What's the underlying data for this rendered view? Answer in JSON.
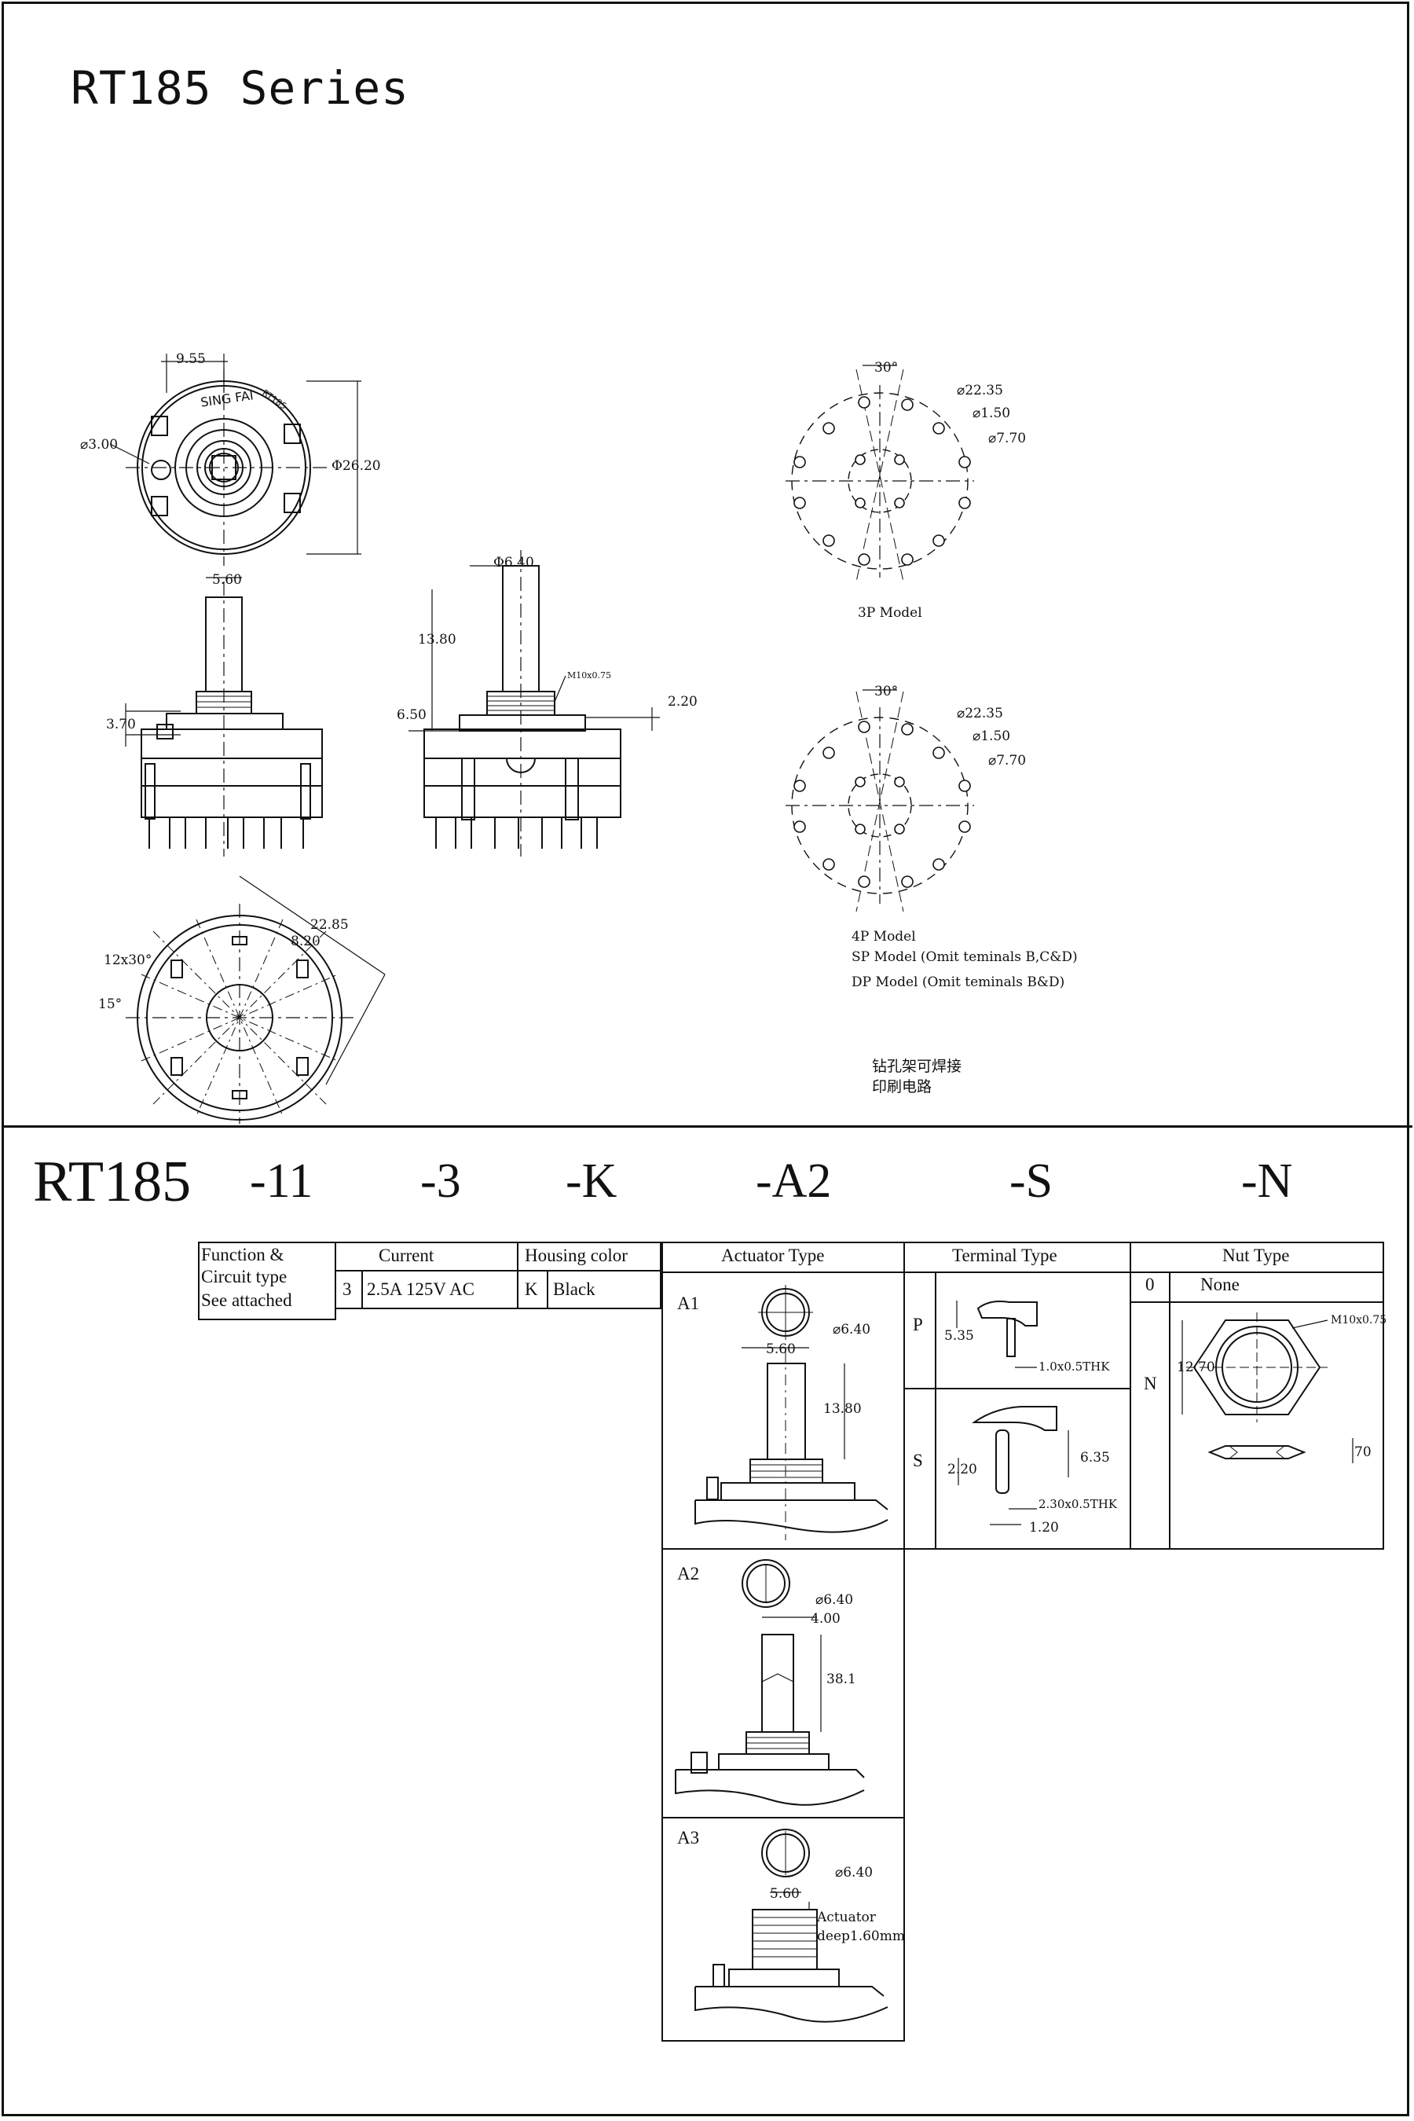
{
  "title": "RT185 Series",
  "dims": {
    "d955": "9.55",
    "d300": "⌀3.00",
    "d2620": "Φ26.20",
    "d560": "5.60",
    "d640": "Φ6.40",
    "d1380": "13.80",
    "m10": "M10x0.75",
    "d650": "6.50",
    "d220": "2.20",
    "d370": "3.70",
    "d2285": "22.85",
    "d820": "8.20",
    "a12x30": "12x30°",
    "a15": "15°",
    "a30": "30°",
    "d2235": "⌀22.35",
    "d150": "⌀1.50",
    "d770": "⌀7.70",
    "brand": "SING FAI",
    "model_mark": "RT185"
  },
  "notes": {
    "p3": "3P Model",
    "p4": "4P Model",
    "sp": "SP Model (Omit teminals B,C&D)",
    "dp": "DP Model (Omit teminals B&D)",
    "cn1": "钻孔架可焊接",
    "cn2": "印刷电路"
  },
  "ordering": {
    "main": "RT185",
    "c1": "-11",
    "c2": "-3",
    "c3": "-K",
    "c4": "-A2",
    "c5": "-S",
    "c6": "-N"
  },
  "table": {
    "function_l1": "Function &",
    "function_l2": "Circuit type",
    "function_l3": "See attached",
    "current_h": "Current",
    "current_code": "3",
    "current_val": "2.5A 125V AC",
    "housing_h": "Housing color",
    "housing_code": "K",
    "housing_val": "Black",
    "actuator_h": "Actuator Type",
    "terminal_h": "Terminal Type",
    "nut_h": "Nut Type",
    "a1": "A1",
    "a2": "A2",
    "a3": "A3",
    "a1_d640": "⌀6.40",
    "a1_d560": "5.60",
    "a1_d1380": "13.80",
    "a2_d640": "⌀6.40",
    "a2_d400": "4.00",
    "a2_d381": "38.1",
    "a3_d640": "⌀6.40",
    "a3_d560": "5.60",
    "a3_act1": "Actuator",
    "a3_act2": "deep1.60mm",
    "p": "P",
    "p_d535": "5.35",
    "p_thk": "1.0x0.5THK",
    "s": "S",
    "s_d220": "2.20",
    "s_d635": "6.35",
    "s_thk": "2.30x0.5THK",
    "s_d120": "1.20",
    "n0_code": "0",
    "n0_val": "None",
    "n": "N",
    "n_m10": "M10x0.75",
    "n_d1270": "12.70",
    "n_d70": "70"
  }
}
